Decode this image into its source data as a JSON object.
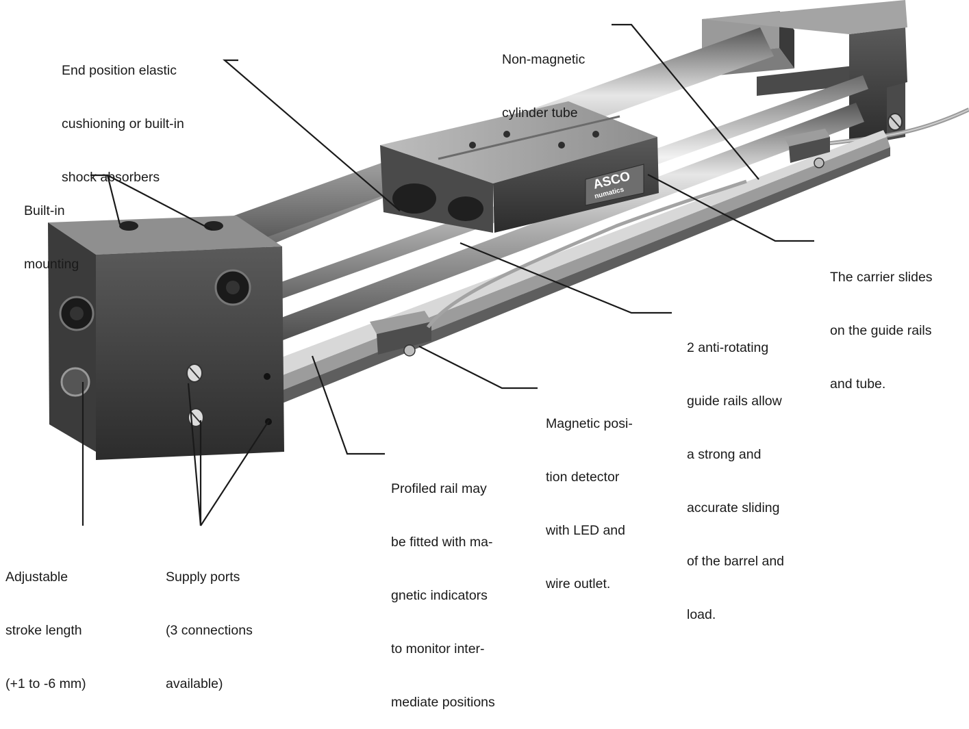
{
  "callouts": {
    "end_position": {
      "lines": [
        "End position elastic",
        "cushioning or built-in",
        "shock absorbers"
      ]
    },
    "tube": {
      "lines": [
        "Non-magnetic",
        "cylinder tube"
      ]
    },
    "mounting": {
      "lines": [
        "Built-in",
        "mounting"
      ]
    },
    "carrier": {
      "lines": [
        "The carrier slides",
        "on the guide rails",
        "and tube."
      ]
    },
    "guide_rails": {
      "lines": [
        "2 anti-rotating",
        "guide rails allow",
        "a strong and",
        "accurate sliding",
        "of the barrel and",
        "load."
      ]
    },
    "detector": {
      "lines": [
        "Magnetic posi-",
        "tion detector",
        "with LED and",
        "wire outlet."
      ]
    },
    "profiled_rail": {
      "lines": [
        "Profiled rail may",
        "be fitted with ma-",
        "gnetic indicators",
        "to monitor inter-",
        "mediate positions"
      ]
    },
    "stroke": {
      "lines": [
        "Adjustable",
        "stroke length",
        "(+1 to -6 mm)"
      ]
    },
    "supply": {
      "lines": [
        "Supply ports",
        "(3 connections",
        "available)"
      ]
    }
  },
  "logo": {
    "line1": "ASCO",
    "line2": "numatics"
  },
  "colors": {
    "metal_dark": "#3a3a3a",
    "metal_mid": "#8c8c8c",
    "metal_light": "#d4d4d4",
    "rod_highlight": "#f0f0f0",
    "leader": "#1a1a1a",
    "text": "#1a1a1a"
  }
}
